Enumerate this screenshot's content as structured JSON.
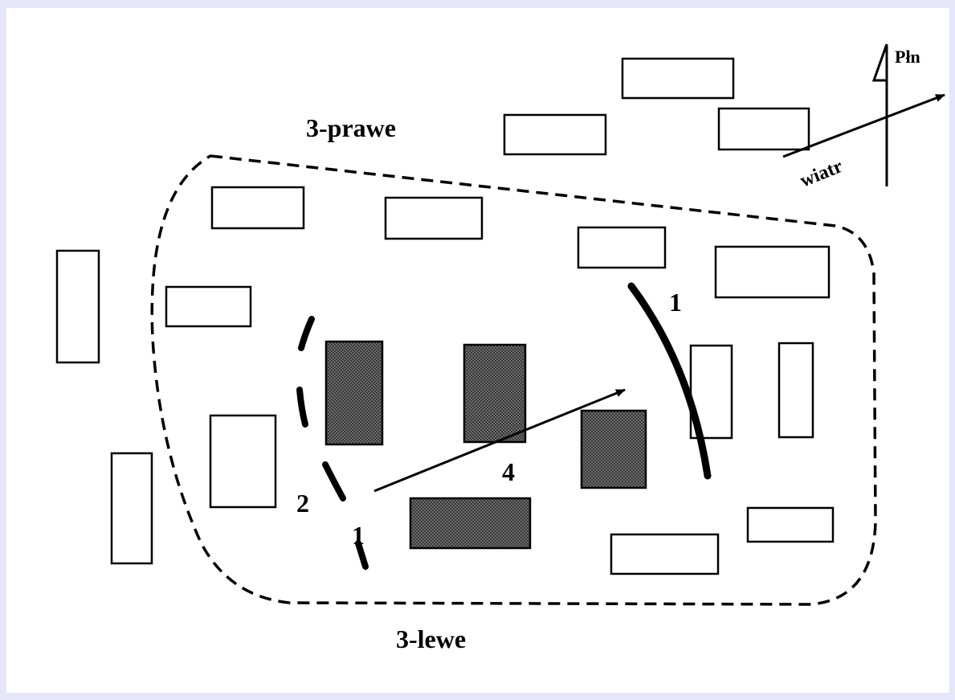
{
  "colors": {
    "frame": "#e6e6fa",
    "paper": "#ffffff",
    "ink": "#000000",
    "burning": "#555555"
  },
  "labels": {
    "right_flank": "3-prawe",
    "left_flank": "3-lewe",
    "north": "Płn",
    "wind": "wiatr",
    "head": "1",
    "tail": "1",
    "back": "2",
    "spread": "4"
  }
}
